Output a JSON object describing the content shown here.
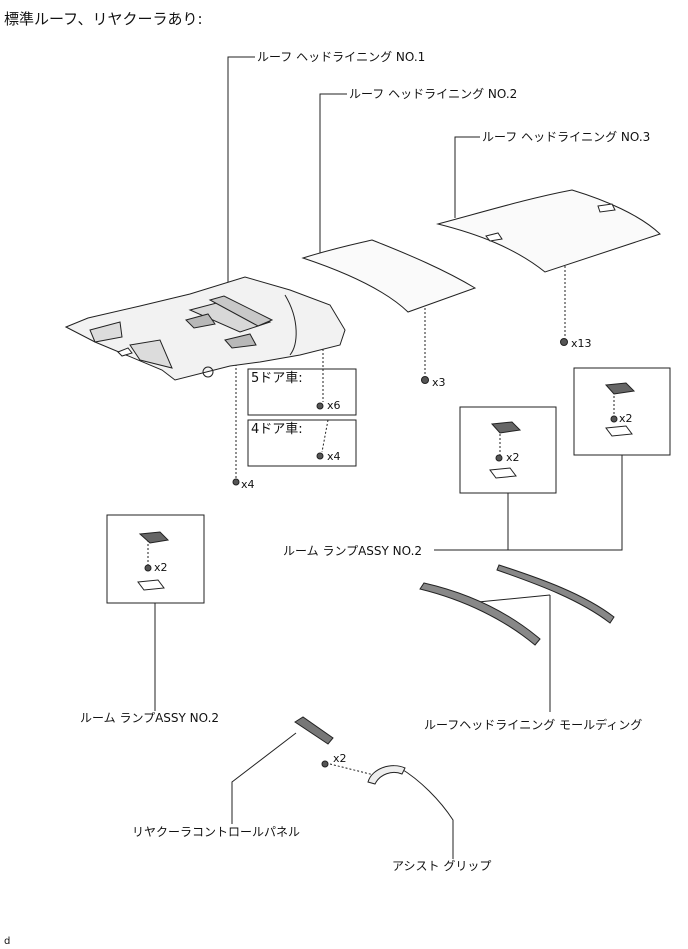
{
  "title": "標準ルーフ、リヤクーラあり:",
  "labels": {
    "headlining_no1": "ルーフ ヘッドライニング NO.1",
    "headlining_no2": "ルーフ ヘッドライニング NO.2",
    "headlining_no3": "ルーフ ヘッドライニング NO.3",
    "room_lamp_right": "ルーム ランプASSY NO.2",
    "room_lamp_left": "ルーム ランプASSY NO.2",
    "headlining_molding": "ルーフヘッドライニング モールディング",
    "rear_cooler_panel": "リヤクーラコントロールパネル",
    "assist_grip": "アシスト グリップ"
  },
  "boxes": {
    "five_door": "5ドア車:",
    "four_door": "4ドア車:"
  },
  "quantities": {
    "five_door": "x6",
    "four_door": "x4",
    "no1_clip": "x4",
    "no2_clip": "x3",
    "no3_clip": "x13",
    "lamp_a": "x2",
    "lamp_b": "x2",
    "lamp_c": "x2",
    "grip_screw": "x2"
  },
  "footer": "d"
}
